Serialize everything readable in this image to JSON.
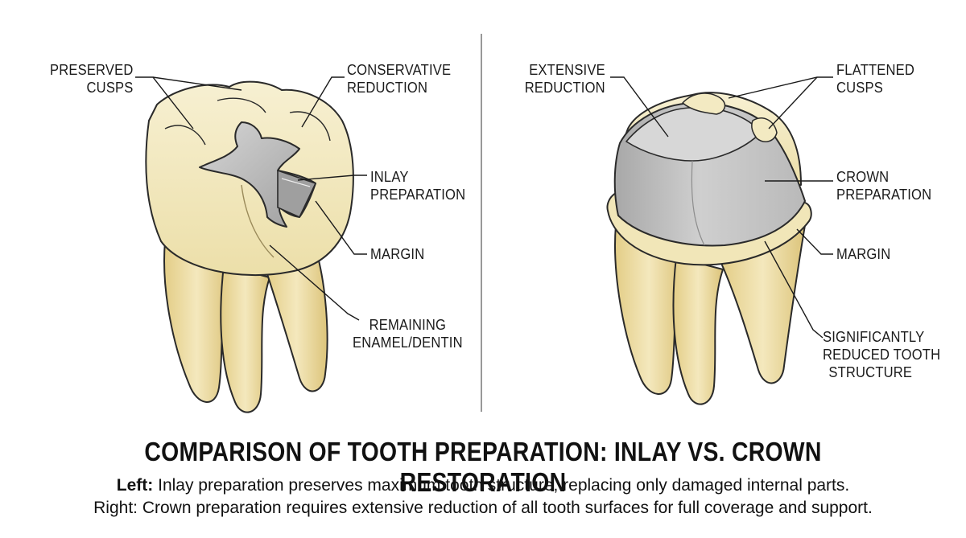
{
  "left_labels": {
    "preserved_cusps": [
      "PRESERVED",
      "CUSPS"
    ],
    "conservative_reduction": [
      "CONSERVATIVE",
      "REDUCTION"
    ],
    "inlay_preparation": [
      "INLAY",
      "PREPARATION"
    ],
    "margin": [
      "MARGIN"
    ],
    "remaining_enamel": [
      "REMAINING",
      "ENAMEL/DENTIN"
    ]
  },
  "right_labels": {
    "extensive_reduction": [
      "EXTENSIVE",
      "REDUCTION"
    ],
    "flattened_cusps": [
      "FLATTENED",
      "CUSPS"
    ],
    "crown_preparation": [
      "CROWN",
      "PREPARATION"
    ],
    "margin": [
      "MARGIN"
    ],
    "reduced_structure": [
      "SIGNIFICANTLY",
      "REDUCED TOOTH",
      "STRUCTURE"
    ]
  },
  "title": "COMPARISON OF TOOTH PREPARATION: INLAY VS. CROWN RESTORATION",
  "caption": {
    "line1_prefix": "Left:",
    "line1_text": " Inlay preparation preserves maximum tooth structure, replacing only damaged internal parts.",
    "line2_text": "Right: Crown preparation requires extensive reduction of all tooth surfaces for full coverage and support."
  },
  "colors": {
    "enamel": "#f1e6b8",
    "enamel_light": "#f8f1d4",
    "root": "#ead79a",
    "prep_gray": "#a9a9a9",
    "crown_gray": "#c4c4c4",
    "outline": "#2a2a2a"
  }
}
